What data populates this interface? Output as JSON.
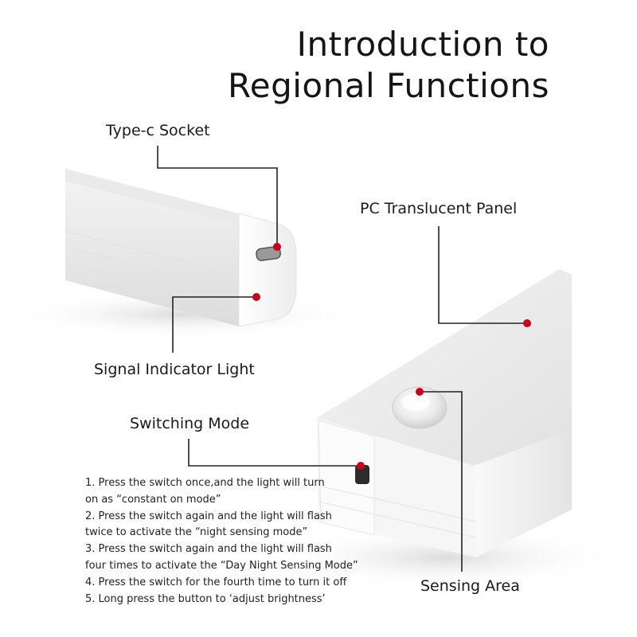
{
  "title": {
    "line1": "Introduction to",
    "line2": "Regional Functions"
  },
  "labels": {
    "type_c_socket": "Type-c Socket",
    "pc_panel": "PC Translucent Panel",
    "signal_light": "Signal Indicator Light",
    "switching_mode": "Switching Mode",
    "sensing_area": "Sensing Area"
  },
  "instructions": [
    "1. Press the switch once,and the light will turn",
    "on as “constant on mode”",
    "2. Press the switch again and the light will flash",
    "twice to activate the “night sensing mode”",
    "3. Press the switch again and the light will flash",
    "four times to activate the “Day Night Sensing Mode”",
    "4. Press the switch for the fourth time to turn it off",
    "5. Long press the button to ‘adjust brightness’"
  ],
  "colors": {
    "marker": "#c8001e",
    "leader_line": "#222222"
  }
}
